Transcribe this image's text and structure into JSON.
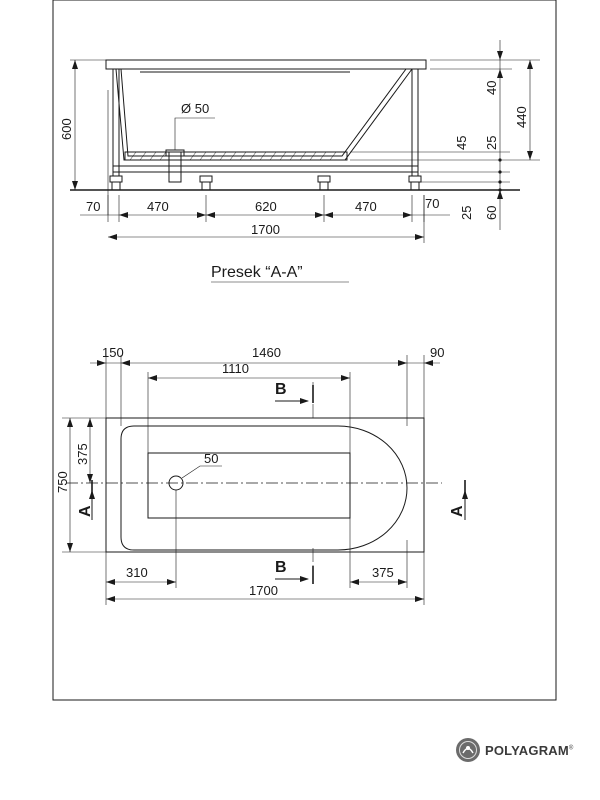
{
  "section_view": {
    "title": "Presek “A-A”",
    "pipe_label": "Ø 50",
    "height_total": "600",
    "bottom_segments": [
      "70",
      "470",
      "620",
      "470",
      "70"
    ],
    "overall_length": "1700",
    "right_dims": [
      "40",
      "440",
      "45",
      "25",
      "25",
      "60"
    ]
  },
  "plan_view": {
    "top_dims": [
      "150",
      "1460",
      "90"
    ],
    "inner_length": "1110",
    "drain_label": "50",
    "left_dims": [
      "750",
      "375"
    ],
    "bottom_dims": [
      "310",
      "375"
    ],
    "overall_length": "1700",
    "section_a": "A",
    "section_b": "B"
  },
  "brand": {
    "name": "POLYAGRAM",
    "mark": "®"
  }
}
